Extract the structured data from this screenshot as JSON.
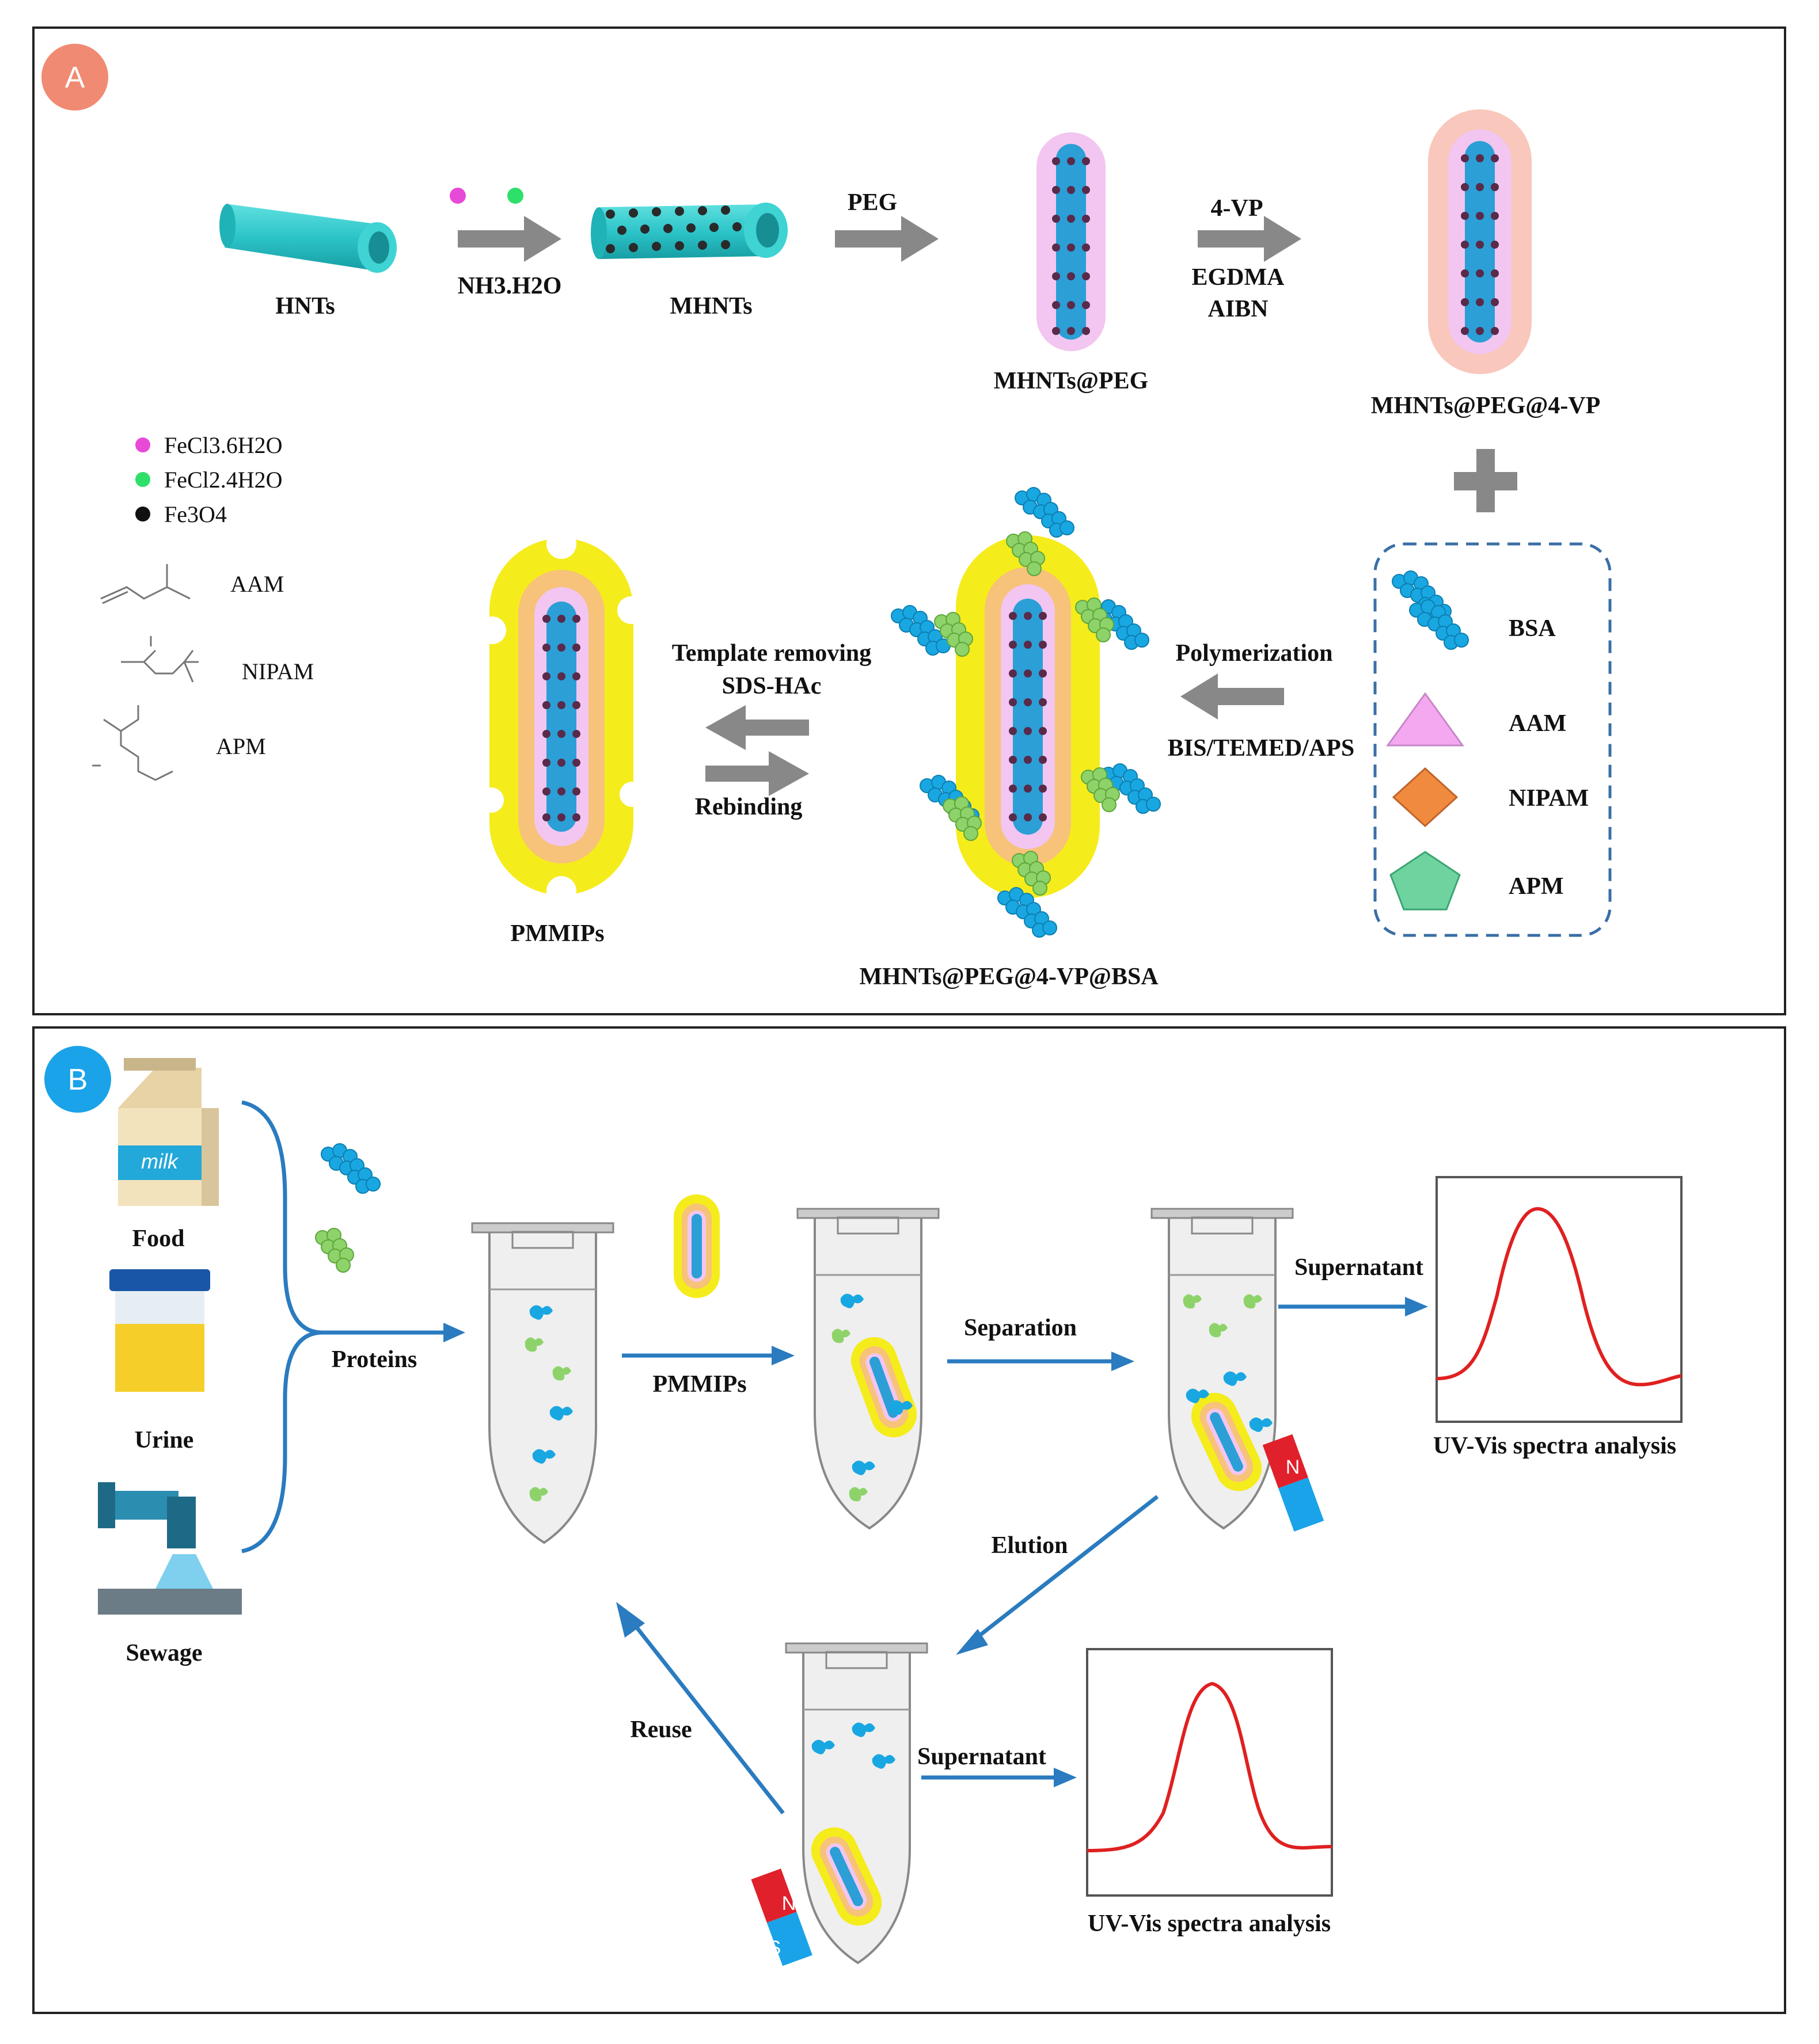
{
  "panelA": {
    "badge": "A",
    "colors": {
      "badge": "#f08a72",
      "hnt": "#2cc4c8",
      "tube_blue": "#2b9fd6",
      "peg": "#f2c6f0",
      "vp": "#f9c7bc",
      "shell": "#f5ec1c",
      "bsa": "#19a7e2",
      "bsa_green": "#8ed36a"
    },
    "hnts": "HNTs",
    "reagent": "NH3.H2O",
    "mhnts": "MHNTs",
    "peg_arrow": "PEG",
    "mhnts_peg": "MHNTs@PEG",
    "vp_arrow": "4-VP",
    "egdma": "EGDMA",
    "aibn": "AIBN",
    "mhnts_peg_vp": "MHNTs@PEG@4-VP",
    "legend": [
      "FeCl3.6H2O",
      "FeCl2.4H2O",
      "Fe3O4"
    ],
    "monomers": [
      "AAM",
      "NIPAM",
      "APM"
    ],
    "box_items": [
      "BSA",
      "AAM",
      "NIPAM",
      "APM"
    ],
    "polymerization": "Polymerization",
    "bis": "BIS/TEMED/APS",
    "template_removing": "Template removing",
    "sds": "SDS-HAc",
    "rebinding": "Rebinding",
    "pmmips": "PMMIPs",
    "bsa_complex": "MHNTs@PEG@4-VP@BSA"
  },
  "panelB": {
    "badge": "B",
    "colors": {
      "badge": "#1aa3e8",
      "arrow": "#2a7bbf",
      "spectrum": "#e02020"
    },
    "milk": "milk",
    "food": "Food",
    "urine": "Urine",
    "sewage": "Sewage",
    "proteins": "Proteins",
    "pmmips": "PMMIPs",
    "separation": "Separation",
    "supernatant_top": "Supernatant",
    "uv_top": "UV-Vis spectra analysis",
    "elution": "Elution",
    "reuse": "Reuse",
    "supernatant_bottom": "Supernatant",
    "uv_bottom": "UV-Vis spectra analysis",
    "magnet_n": "N",
    "magnet_s": "S"
  }
}
